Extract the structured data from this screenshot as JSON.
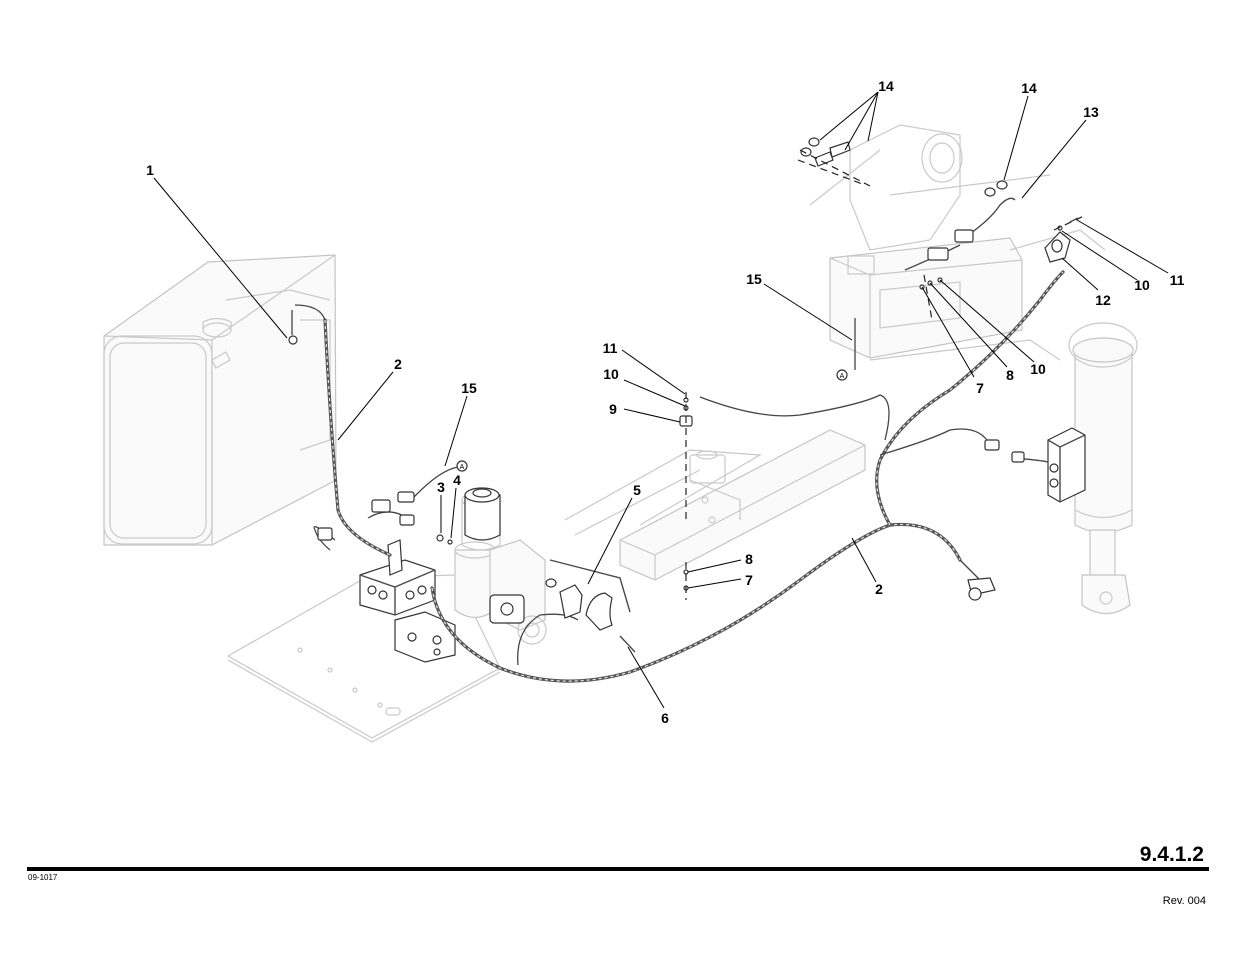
{
  "page": {
    "number": "9.4.1.2",
    "drawing_code": "09-1017",
    "revision": "Rev. 004"
  },
  "callouts": {
    "c1": "1",
    "c2a": "2",
    "c2b": "2",
    "c3": "3",
    "c4": "4",
    "c5": "5",
    "c6": "6",
    "c7a": "7",
    "c7b": "7",
    "c8a": "8",
    "c8b": "8",
    "c9": "9",
    "c10a": "10",
    "c10b": "10",
    "c10c": "10",
    "c11a": "11",
    "c11b": "11",
    "c12": "12",
    "c13": "13",
    "c14a": "14",
    "c14b": "14",
    "c15a": "15",
    "c15b": "15"
  },
  "connector_marks": {
    "a1": "A",
    "a2": "A"
  }
}
